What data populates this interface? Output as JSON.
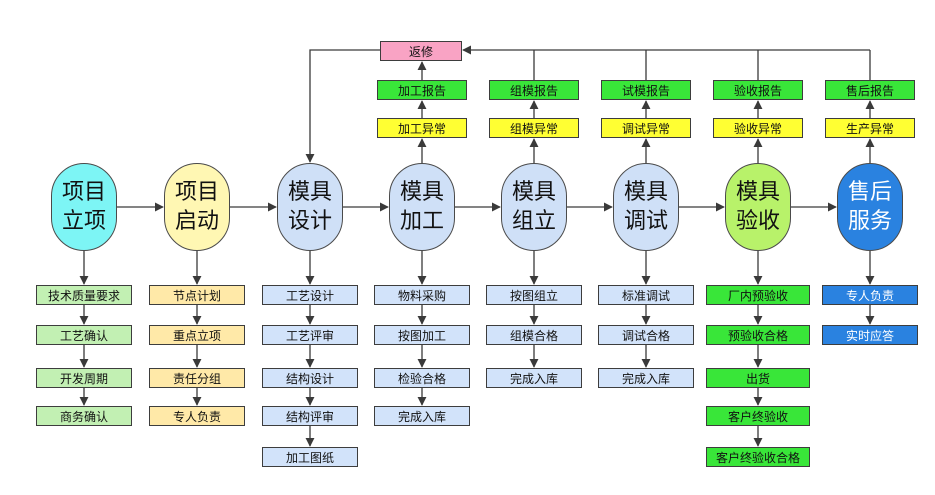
{
  "colors": {
    "cyan": "#7df5f5",
    "cream": "#fff7b3",
    "lightblue": "#cfe0f7",
    "green": "#b8f26a",
    "blue": "#2a82e0",
    "sub_green": "#c2f0b3",
    "sub_cream": "#ffe9a8",
    "sub_blue": "#d2e3fa",
    "report_green": "#39e639",
    "exception_yellow": "#ffff33",
    "rework_pink": "#f9a3c4",
    "line": "#3a3a3a"
  },
  "stages": [
    {
      "id": "s1",
      "line1": "项目",
      "line2": "立项",
      "color": "cyan",
      "items": [
        "技术质量要求",
        "工艺确认",
        "开发周期",
        "商务确认"
      ],
      "item_color": "sub_green"
    },
    {
      "id": "s2",
      "line1": "项目",
      "line2": "启动",
      "color": "cream",
      "items": [
        "节点计划",
        "重点立项",
        "责任分组",
        "专人负责"
      ],
      "item_color": "sub_cream"
    },
    {
      "id": "s3",
      "line1": "模具",
      "line2": "设计",
      "color": "lightblue",
      "items": [
        "工艺设计",
        "工艺评审",
        "结构设计",
        "结构评审",
        "加工图纸"
      ],
      "item_color": "sub_blue"
    },
    {
      "id": "s4",
      "line1": "模具",
      "line2": "加工",
      "color": "lightblue",
      "items": [
        "物料采购",
        "按图加工",
        "检验合格",
        "完成入库"
      ],
      "item_color": "sub_blue",
      "exception": "加工异常",
      "report": "加工报告"
    },
    {
      "id": "s5",
      "line1": "模具",
      "line2": "组立",
      "color": "lightblue",
      "items": [
        "按图组立",
        "组模合格",
        "完成入库"
      ],
      "item_color": "sub_blue",
      "exception": "组模异常",
      "report": "组模报告"
    },
    {
      "id": "s6",
      "line1": "模具",
      "line2": "调试",
      "color": "lightblue",
      "items": [
        "标准调试",
        "调试合格",
        "完成入库"
      ],
      "item_color": "sub_blue",
      "exception": "调试异常",
      "report": "试模报告"
    },
    {
      "id": "s7",
      "line1": "模具",
      "line2": "验收",
      "color": "green",
      "items": [
        "厂内预验收",
        "预验收合格",
        "出货",
        "客户终验收",
        "客户终验收合格"
      ],
      "item_color": "report_green",
      "exception": "验收异常",
      "report": "验收报告"
    },
    {
      "id": "s8",
      "line1": "售后",
      "line2": "服务",
      "color": "blue",
      "items": [
        "专人负责",
        "实时应答"
      ],
      "item_color": "blue",
      "exception": "生产异常",
      "report": "售后报告"
    }
  ],
  "rework": "返修"
}
